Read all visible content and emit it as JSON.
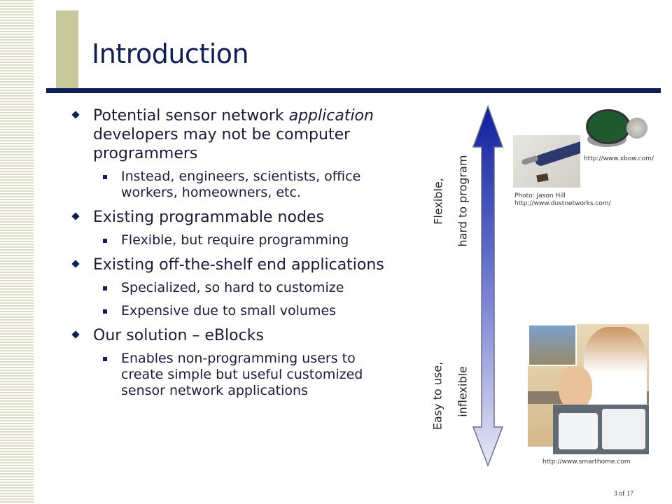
{
  "slide": {
    "title": "Introduction",
    "page_number": "3 of 17"
  },
  "bullets": [
    {
      "level1_pre": "Potential sensor network ",
      "level1_italic": "application",
      "level1_post": " developers may not be computer programmers",
      "subs": [
        "Instead, engineers, scientists, office workers, homeowners, etc."
      ]
    },
    {
      "level1": "Existing programmable nodes",
      "subs": [
        "Flexible, but require programming"
      ]
    },
    {
      "level1": "Existing off-the-shelf end applications",
      "subs": [
        "Specialized, so hard to customize",
        "Expensive due to small volumes"
      ]
    },
    {
      "level1": "Our solution – eBlocks",
      "subs": [
        "Enables non-programming users to create simple but useful customized sensor network applications"
      ]
    }
  ],
  "scale": {
    "top_line1": "Flexible,",
    "top_line2": "hard to program",
    "bottom_line1": "Easy to use,",
    "bottom_line2": "inflexible",
    "arrow_colors": {
      "top": "#0e1f9f",
      "bottom": "#e6e8f6"
    }
  },
  "captions": {
    "xbow": "http://www.xbow.com/",
    "dust_line1": "Photo: Jason Hill",
    "dust_line2": "http://www.dustnetworks.com/",
    "smarthome": "http://www.smarthome.com"
  }
}
